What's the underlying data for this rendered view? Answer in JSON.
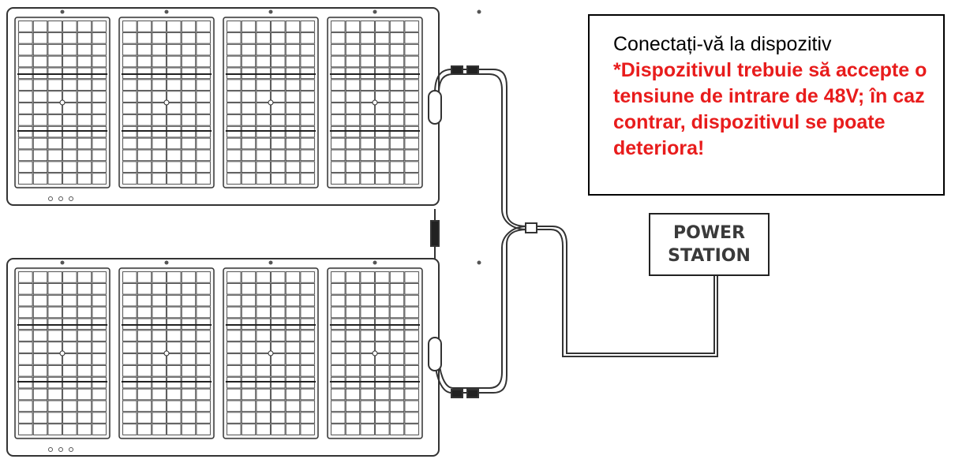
{
  "note": {
    "title": "Conectați-vă la dispozitiv",
    "warning": "*Dispozitivul trebuie să accepte o tensiune de intrare de 48V; în caz contrar, dispozitivul se poate deteriora!"
  },
  "station": {
    "line1": "POWER",
    "line2": "STATION"
  },
  "diagram": {
    "panels": [
      "top-solar-panel",
      "bottom-solar-panel"
    ],
    "modules_per_panel": 4,
    "colors": {
      "line": "#333333",
      "warning": "#e81c1c",
      "text": "#000000"
    }
  }
}
